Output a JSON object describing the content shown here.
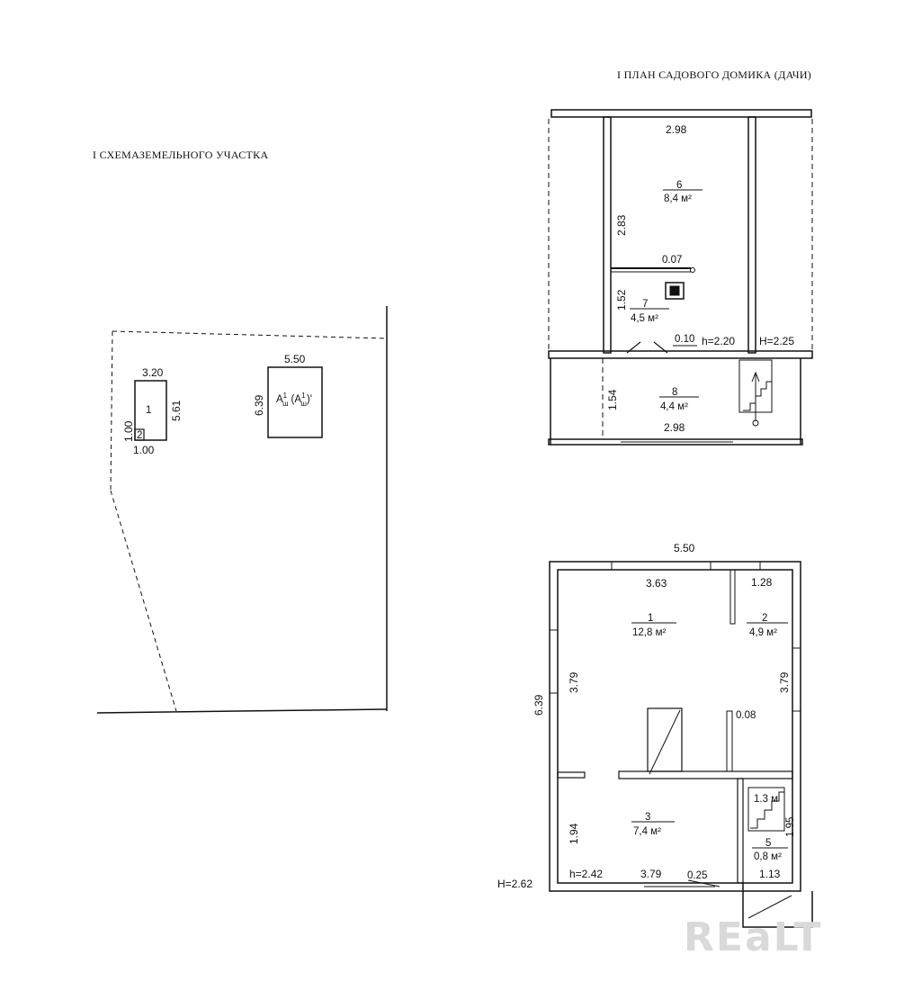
{
  "headers": {
    "site_scheme": "I  СХЕМАЗЕМЕЛЬНОГО УЧАСТКА",
    "house_plan": "I ПЛАН САДОВОГО ДОМИКА (ДАЧИ)"
  },
  "site": {
    "building1": {
      "label": "1",
      "width": "3.20",
      "length": "5.61"
    },
    "building2": {
      "label": "2",
      "width": "1.00",
      "length": "1.00"
    },
    "house": {
      "label": "A",
      "label_sup": "1",
      "label_sub": "ш",
      "label_paren": "(A",
      "label_paren_sup": "1",
      "label_paren_sub": "ш",
      "label_paren_close": ")'",
      "width": "5.50",
      "length": "6.39"
    }
  },
  "upper_floor": {
    "width_top": "2.98",
    "width_bottom": "2.98",
    "rooms": [
      {
        "number": "6",
        "area": "8,4 м²",
        "dim": "2.83"
      },
      {
        "number": "7",
        "area": "4,5 м²",
        "dim": "1.52"
      },
      {
        "number": "8",
        "area": "4,4 м²",
        "dim": "1.54"
      }
    ],
    "wall_thickness_a": "0.07",
    "wall_thickness_b": "0.10",
    "height_inner": "h=2.20",
    "height_outer": "H=2.25"
  },
  "ground_floor": {
    "width_outer": "5.50",
    "length_outer": "6.39",
    "rooms": [
      {
        "number": "1",
        "area": "12,8 м²",
        "width": "3.63",
        "length": "3.79"
      },
      {
        "number": "2",
        "area": "4,9 м²",
        "width": "1.28",
        "length": "3.79"
      },
      {
        "number": "3",
        "area": "7,4 м²",
        "width": "3.79",
        "length": "1.94"
      },
      {
        "number": "5",
        "area": "0,8 м²",
        "width": "1.13"
      }
    ],
    "stair_labels": [
      "1.3 м",
      "1.95"
    ],
    "wall_thickness_a": "0.08",
    "wall_thickness_b": "0.25",
    "height_inner": "h=2.42",
    "height_outer": "H=2.62"
  },
  "watermark": "REaLT"
}
